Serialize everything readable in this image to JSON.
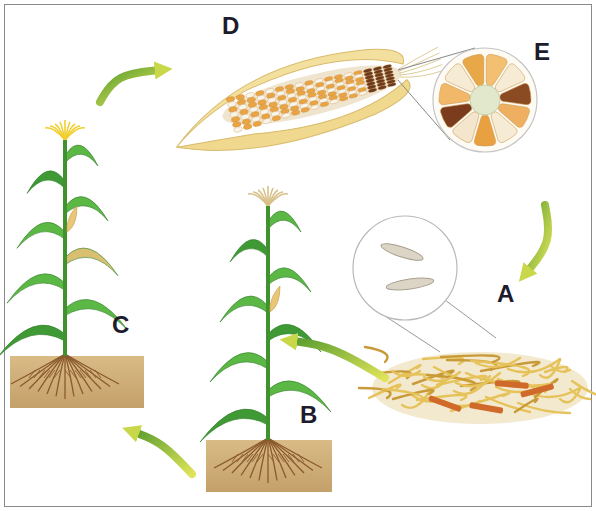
{
  "diagram": {
    "labels": [
      "D",
      "E",
      "A",
      "C",
      "B"
    ]
  }
}
